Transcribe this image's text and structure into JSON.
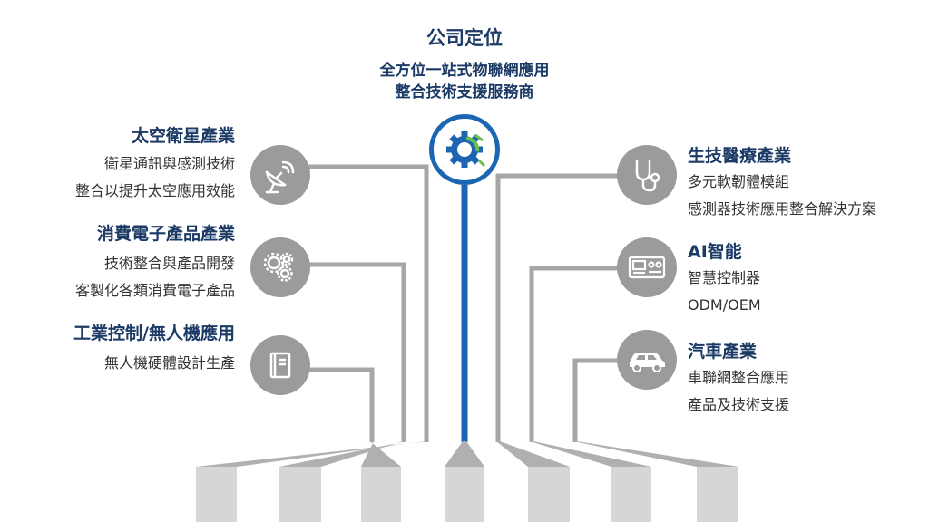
{
  "hub": {
    "title": "公司定位",
    "subtitle_line1": "全方位一站式物聯網應用",
    "subtitle_line2": "整合技術支援服務商",
    "icon": "gear-logo-icon",
    "accent_color": "#1b65b3"
  },
  "left_items": [
    {
      "title": "太空衛星產業",
      "lines": [
        "衛星通訊與感測技術",
        "整合以提升太空應用效能"
      ],
      "icon": "satellite-dish-icon"
    },
    {
      "title": "消費電子產品產業",
      "lines": [
        "技術整合與產品開發",
        "客製化各類消費電子產品"
      ],
      "icon": "gears-icon"
    },
    {
      "title": "工業控制/無人機應用",
      "lines": [
        "無人機硬體設計生產"
      ],
      "icon": "book-icon"
    }
  ],
  "right_items": [
    {
      "title": "生技醫療產業",
      "lines": [
        "多元軟韌體模組",
        "感測器技術應用整合解決方案"
      ],
      "icon": "stethoscope-icon"
    },
    {
      "title": "AI智能",
      "lines": [
        "智慧控制器",
        "ODM/OEM"
      ],
      "icon": "controller-device-icon"
    },
    {
      "title": "汽車產業",
      "lines": [
        "車聯網整合應用",
        "產品及技術支援"
      ],
      "icon": "car-icon"
    }
  ],
  "colors": {
    "title_navy": "#1c3a66",
    "wire_gray": "#a6a6a6",
    "icon_gray": "#9b9b9b",
    "accent_blue": "#1b65b3"
  }
}
